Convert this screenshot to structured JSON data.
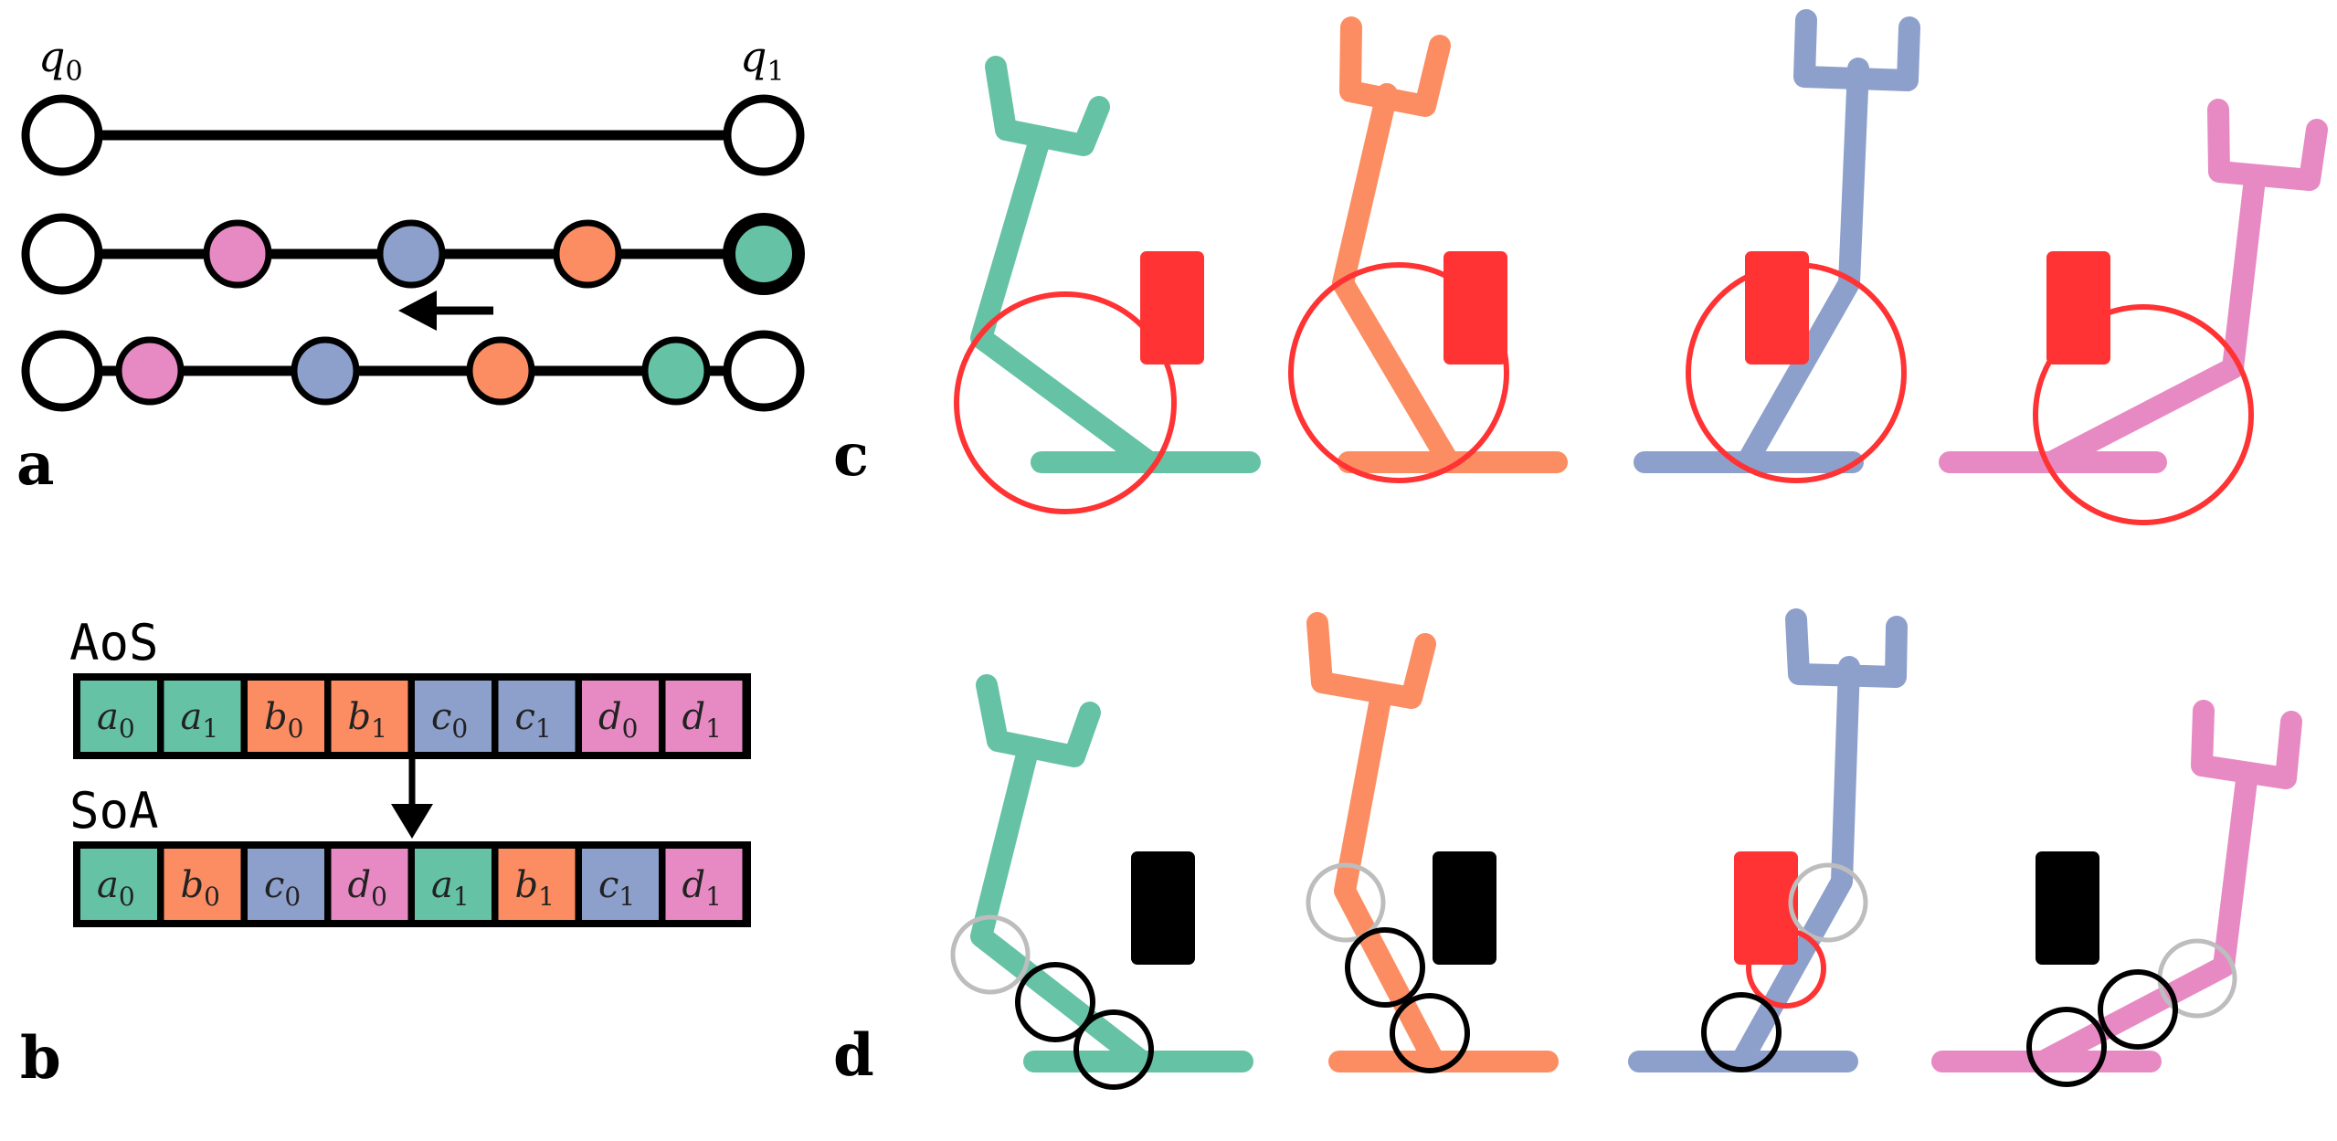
{
  "colors": {
    "a": "#66c2a5",
    "b": "#fc8d62",
    "c": "#8da0cb",
    "d": "#e78ac3",
    "obstacle_hit": "#ff3333",
    "obstacle_free": "#000000",
    "sphere_inactive": "#bdbdbd",
    "outline": "#000000"
  },
  "panel_labels": {
    "a": "a",
    "b": "b",
    "c": "c",
    "d": "d"
  },
  "panel_a": {
    "start_label": {
      "var": "q",
      "sub": "0"
    },
    "end_label": {
      "var": "q",
      "sub": "1"
    },
    "rows": [
      {
        "nodes": [
          "white",
          "white"
        ]
      },
      {
        "nodes": [
          "white",
          "d",
          "c",
          "b",
          "a"
        ]
      },
      {
        "nodes": [
          "white",
          "d",
          "c",
          "b",
          "a",
          "white"
        ]
      }
    ]
  },
  "panel_b": {
    "aos_label": "AoS",
    "soa_label": "SoA",
    "aos_cells": [
      {
        "var": "a",
        "sub": "0",
        "color": "a"
      },
      {
        "var": "a",
        "sub": "1",
        "color": "a"
      },
      {
        "var": "b",
        "sub": "0",
        "color": "b"
      },
      {
        "var": "b",
        "sub": "1",
        "color": "b"
      },
      {
        "var": "c",
        "sub": "0",
        "color": "c"
      },
      {
        "var": "c",
        "sub": "1",
        "color": "c"
      },
      {
        "var": "d",
        "sub": "0",
        "color": "d"
      },
      {
        "var": "d",
        "sub": "1",
        "color": "d"
      }
    ],
    "soa_cells": [
      {
        "var": "a",
        "sub": "0",
        "color": "a"
      },
      {
        "var": "b",
        "sub": "0",
        "color": "b"
      },
      {
        "var": "c",
        "sub": "0",
        "color": "c"
      },
      {
        "var": "d",
        "sub": "0",
        "color": "d"
      },
      {
        "var": "a",
        "sub": "1",
        "color": "a"
      },
      {
        "var": "b",
        "sub": "1",
        "color": "b"
      },
      {
        "var": "c",
        "sub": "1",
        "color": "c"
      },
      {
        "var": "d",
        "sub": "1",
        "color": "d"
      }
    ]
  },
  "panel_c": {
    "robots": [
      {
        "color": "a",
        "obstacle": "obstacle_hit"
      },
      {
        "color": "b",
        "obstacle": "obstacle_hit"
      },
      {
        "color": "c",
        "obstacle": "obstacle_hit"
      },
      {
        "color": "d",
        "obstacle": "obstacle_hit"
      }
    ]
  },
  "panel_d": {
    "robots": [
      {
        "color": "a",
        "obstacle": "obstacle_free"
      },
      {
        "color": "b",
        "obstacle": "obstacle_free"
      },
      {
        "color": "c",
        "obstacle": "obstacle_hit"
      },
      {
        "color": "d",
        "obstacle": "obstacle_free"
      }
    ]
  }
}
